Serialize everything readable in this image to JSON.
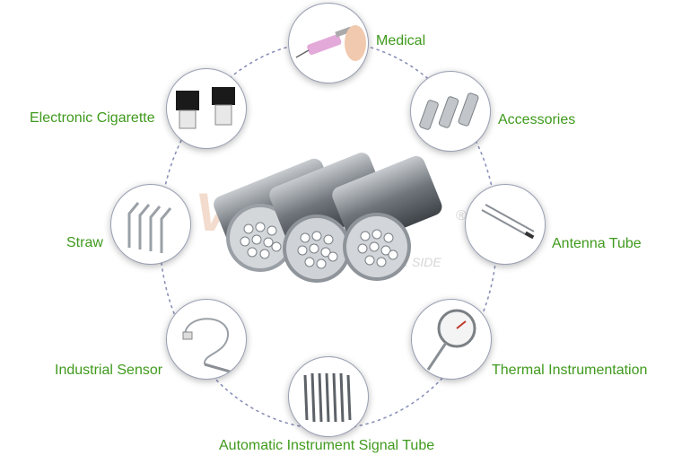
{
  "applications": [
    {
      "id": "medical",
      "label": "Medical",
      "icon": "syringe-icon"
    },
    {
      "id": "accessories",
      "label": "Accessories",
      "icon": "tube-fittings-icon"
    },
    {
      "id": "antenna",
      "label": "Antenna Tube",
      "icon": "antenna-rod-icon"
    },
    {
      "id": "thermal",
      "label": "Thermal Instrumentation",
      "icon": "thermometer-gauge-icon"
    },
    {
      "id": "signal",
      "label": "Automatic Instrument Signal Tube",
      "icon": "tube-bundle-icon"
    },
    {
      "id": "sensor",
      "label": "Industrial Sensor",
      "icon": "sensor-probe-icon"
    },
    {
      "id": "straw",
      "label": "Straw",
      "icon": "bent-straw-icon"
    },
    {
      "id": "ecig",
      "label": "Electronic Cigarette",
      "icon": "e-cigarette-coil-icon"
    }
  ],
  "center": {
    "icon": "steel-tube-bundles-image",
    "watermark_mark": "®",
    "watermark_text": "R SIDE"
  },
  "colors": {
    "label": "#3f9a1c",
    "ring": "#8a90b8"
  }
}
